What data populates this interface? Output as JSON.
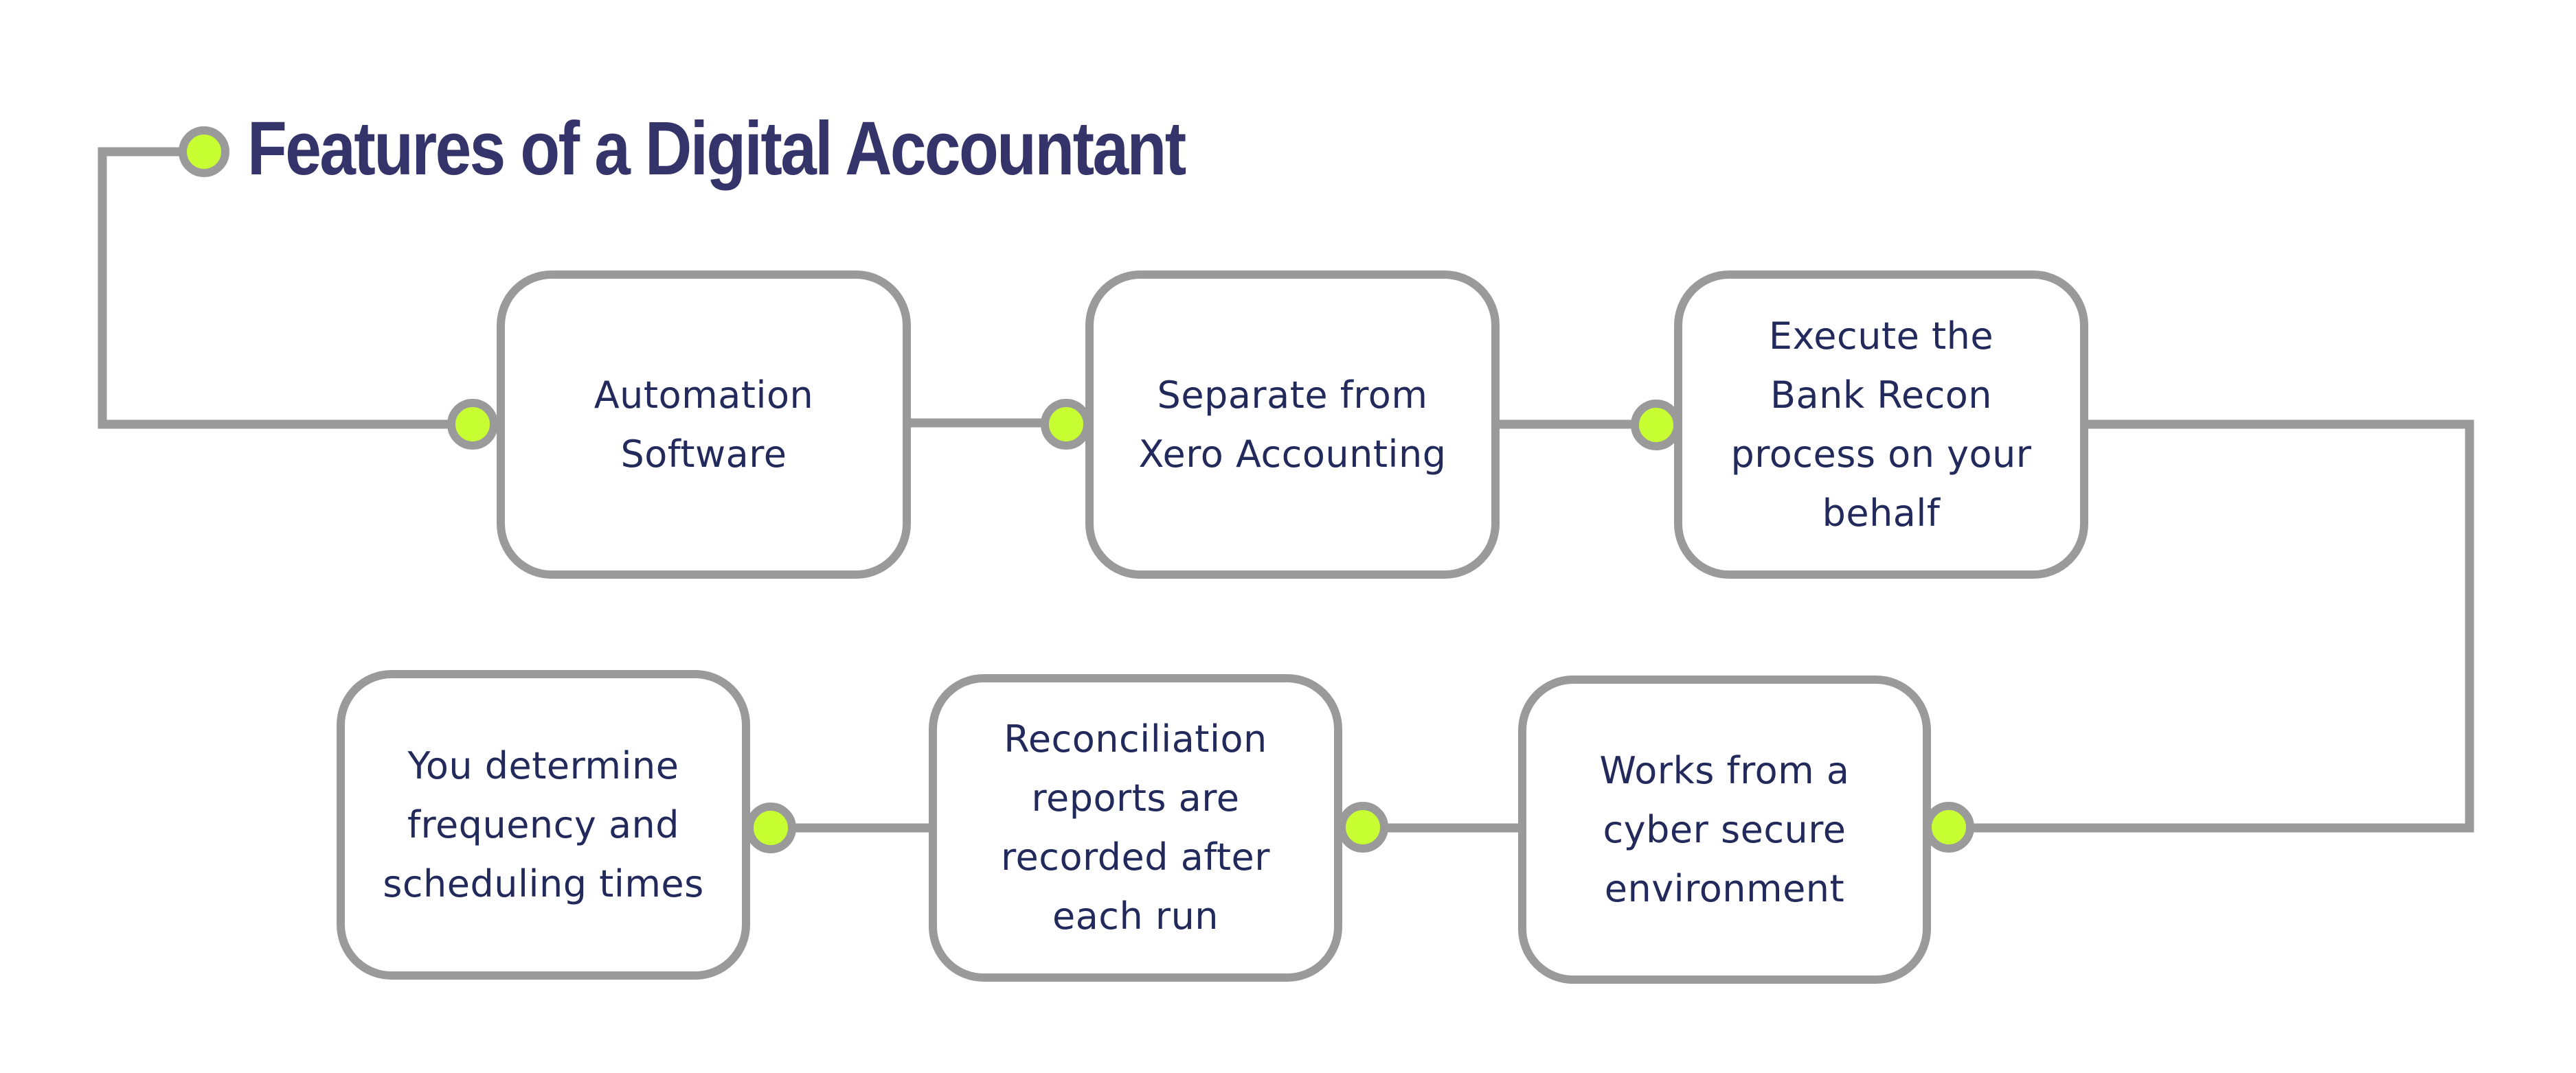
{
  "title": "Features of a Digital Accountant",
  "colors": {
    "title": "#34346A",
    "text": "#222A5C",
    "line": "#9A9A9A",
    "dot": "#C8FF33",
    "background": "#FFFFFF"
  },
  "steps": [
    {
      "id": 1,
      "label": "Automation\nSoftware"
    },
    {
      "id": 2,
      "label": "Separate from\nXero Accounting"
    },
    {
      "id": 3,
      "label": "Execute the\nBank Recon\nprocess on your\nbehalf"
    },
    {
      "id": 4,
      "label": "Works from a\ncyber secure\nenvironment"
    },
    {
      "id": 5,
      "label": "Reconciliation\nreports are\nrecorded after\neach run"
    },
    {
      "id": 6,
      "label": "You determine\nfrequency and\nscheduling times"
    }
  ]
}
